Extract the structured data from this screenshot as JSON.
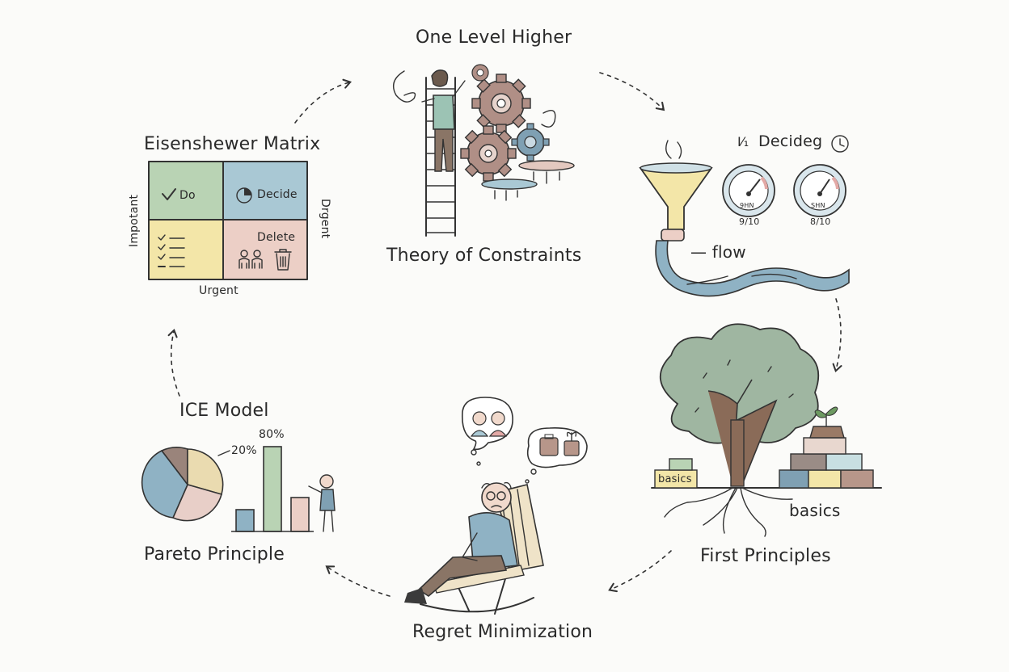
{
  "labels": {
    "one_level_higher": "One Level Higher",
    "theory_of_constraints": "Theory of Constraints",
    "eisenhower_matrix": "Eisenshewer Matrix",
    "matrix_do": "Do",
    "matrix_decide": "Decide",
    "matrix_delete": "Delete",
    "matrix_axis_left": "Impotant",
    "matrix_axis_right": "Drgent",
    "matrix_axis_bottom": "Urgent",
    "decide_title": "Decideg",
    "gauge_left_value": "9/10",
    "gauge_right_value": "8/10",
    "gauge_left_face": "9HN",
    "gauge_right_face": "SHN",
    "flow": "flow",
    "basics_box": "basics",
    "basics_roots": "basics",
    "first_principles": "First Principles",
    "regret_minimization": "Regret Minimization",
    "ice_model": "ICE Model",
    "pareto_20": "20%",
    "pareto_80": "80%",
    "pareto_principle": "Pareto Principle"
  },
  "colors": {
    "green": "#b9d3b4",
    "blue": "#a9c8d4",
    "yellow": "#f3e6a8",
    "pink": "#eccfc6",
    "brown": "#b7968a",
    "gear_brown": "#b08f86",
    "gear_blue": "#7fa0b3",
    "tree_green": "#9fb6a1",
    "river": "#8fb2c4"
  },
  "icons": [
    "ladder-person",
    "gear-icon",
    "funnel-icon",
    "gauge-icon",
    "clock-icon",
    "tree-icon",
    "seedling-icon",
    "rocking-chair-person",
    "thought-bubble-icon",
    "pie-chart-icon",
    "trash-icon",
    "people-icon",
    "checklist-icon",
    "pie-slice-icon",
    "pointing-person"
  ],
  "chart_data": {
    "type": "bar",
    "title": "",
    "categories": [
      "",
      "",
      ""
    ],
    "values": [
      18,
      70,
      28
    ],
    "annotations": [
      "20%",
      "80%"
    ]
  }
}
